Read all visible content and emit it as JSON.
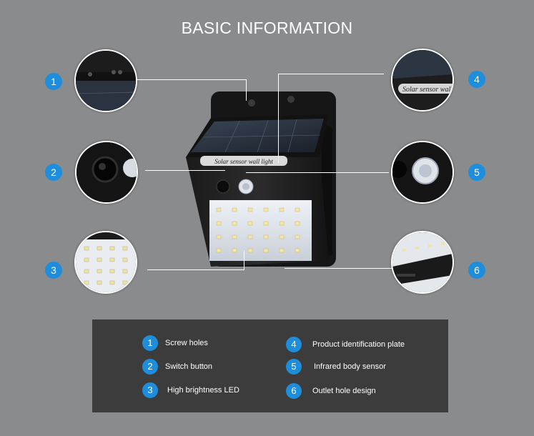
{
  "title": "BASIC INFORMATION",
  "product_label": "Solar sensor wall light",
  "callouts": [
    {
      "number": "1",
      "label": "Screw holes"
    },
    {
      "number": "2",
      "label": "Switch button"
    },
    {
      "number": "3",
      "label": "High brightness LED"
    },
    {
      "number": "4",
      "label": "Product identification plate"
    },
    {
      "number": "5",
      "label": "Infrared body sensor"
    },
    {
      "number": "6",
      "label": "Outlet hole design"
    }
  ],
  "colors": {
    "background": "#8a8b8d",
    "badge": "#1e8ddb",
    "legend_panel": "#3c3c3c"
  }
}
